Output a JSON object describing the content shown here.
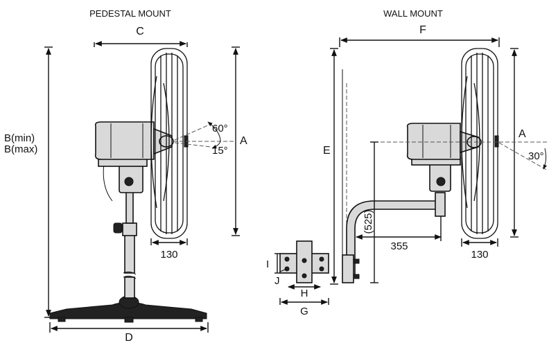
{
  "pedestal": {
    "title": "PEDESTAL MOUNT",
    "dim_c": "C",
    "dim_a": "A",
    "dim_b_min": "B(min)",
    "dim_b_max": "B(max)",
    "dim_d": "D",
    "depth": "130",
    "tilt_up": "60°",
    "tilt_down": "15°"
  },
  "wall": {
    "title": "WALL MOUNT",
    "dim_f": "F",
    "dim_e": "E",
    "dim_a": "A",
    "height": "(525)",
    "reach": "355",
    "depth": "130",
    "tilt": "30°",
    "dim_i": "I",
    "dim_j": "J",
    "dim_h": "H",
    "dim_g": "G"
  }
}
